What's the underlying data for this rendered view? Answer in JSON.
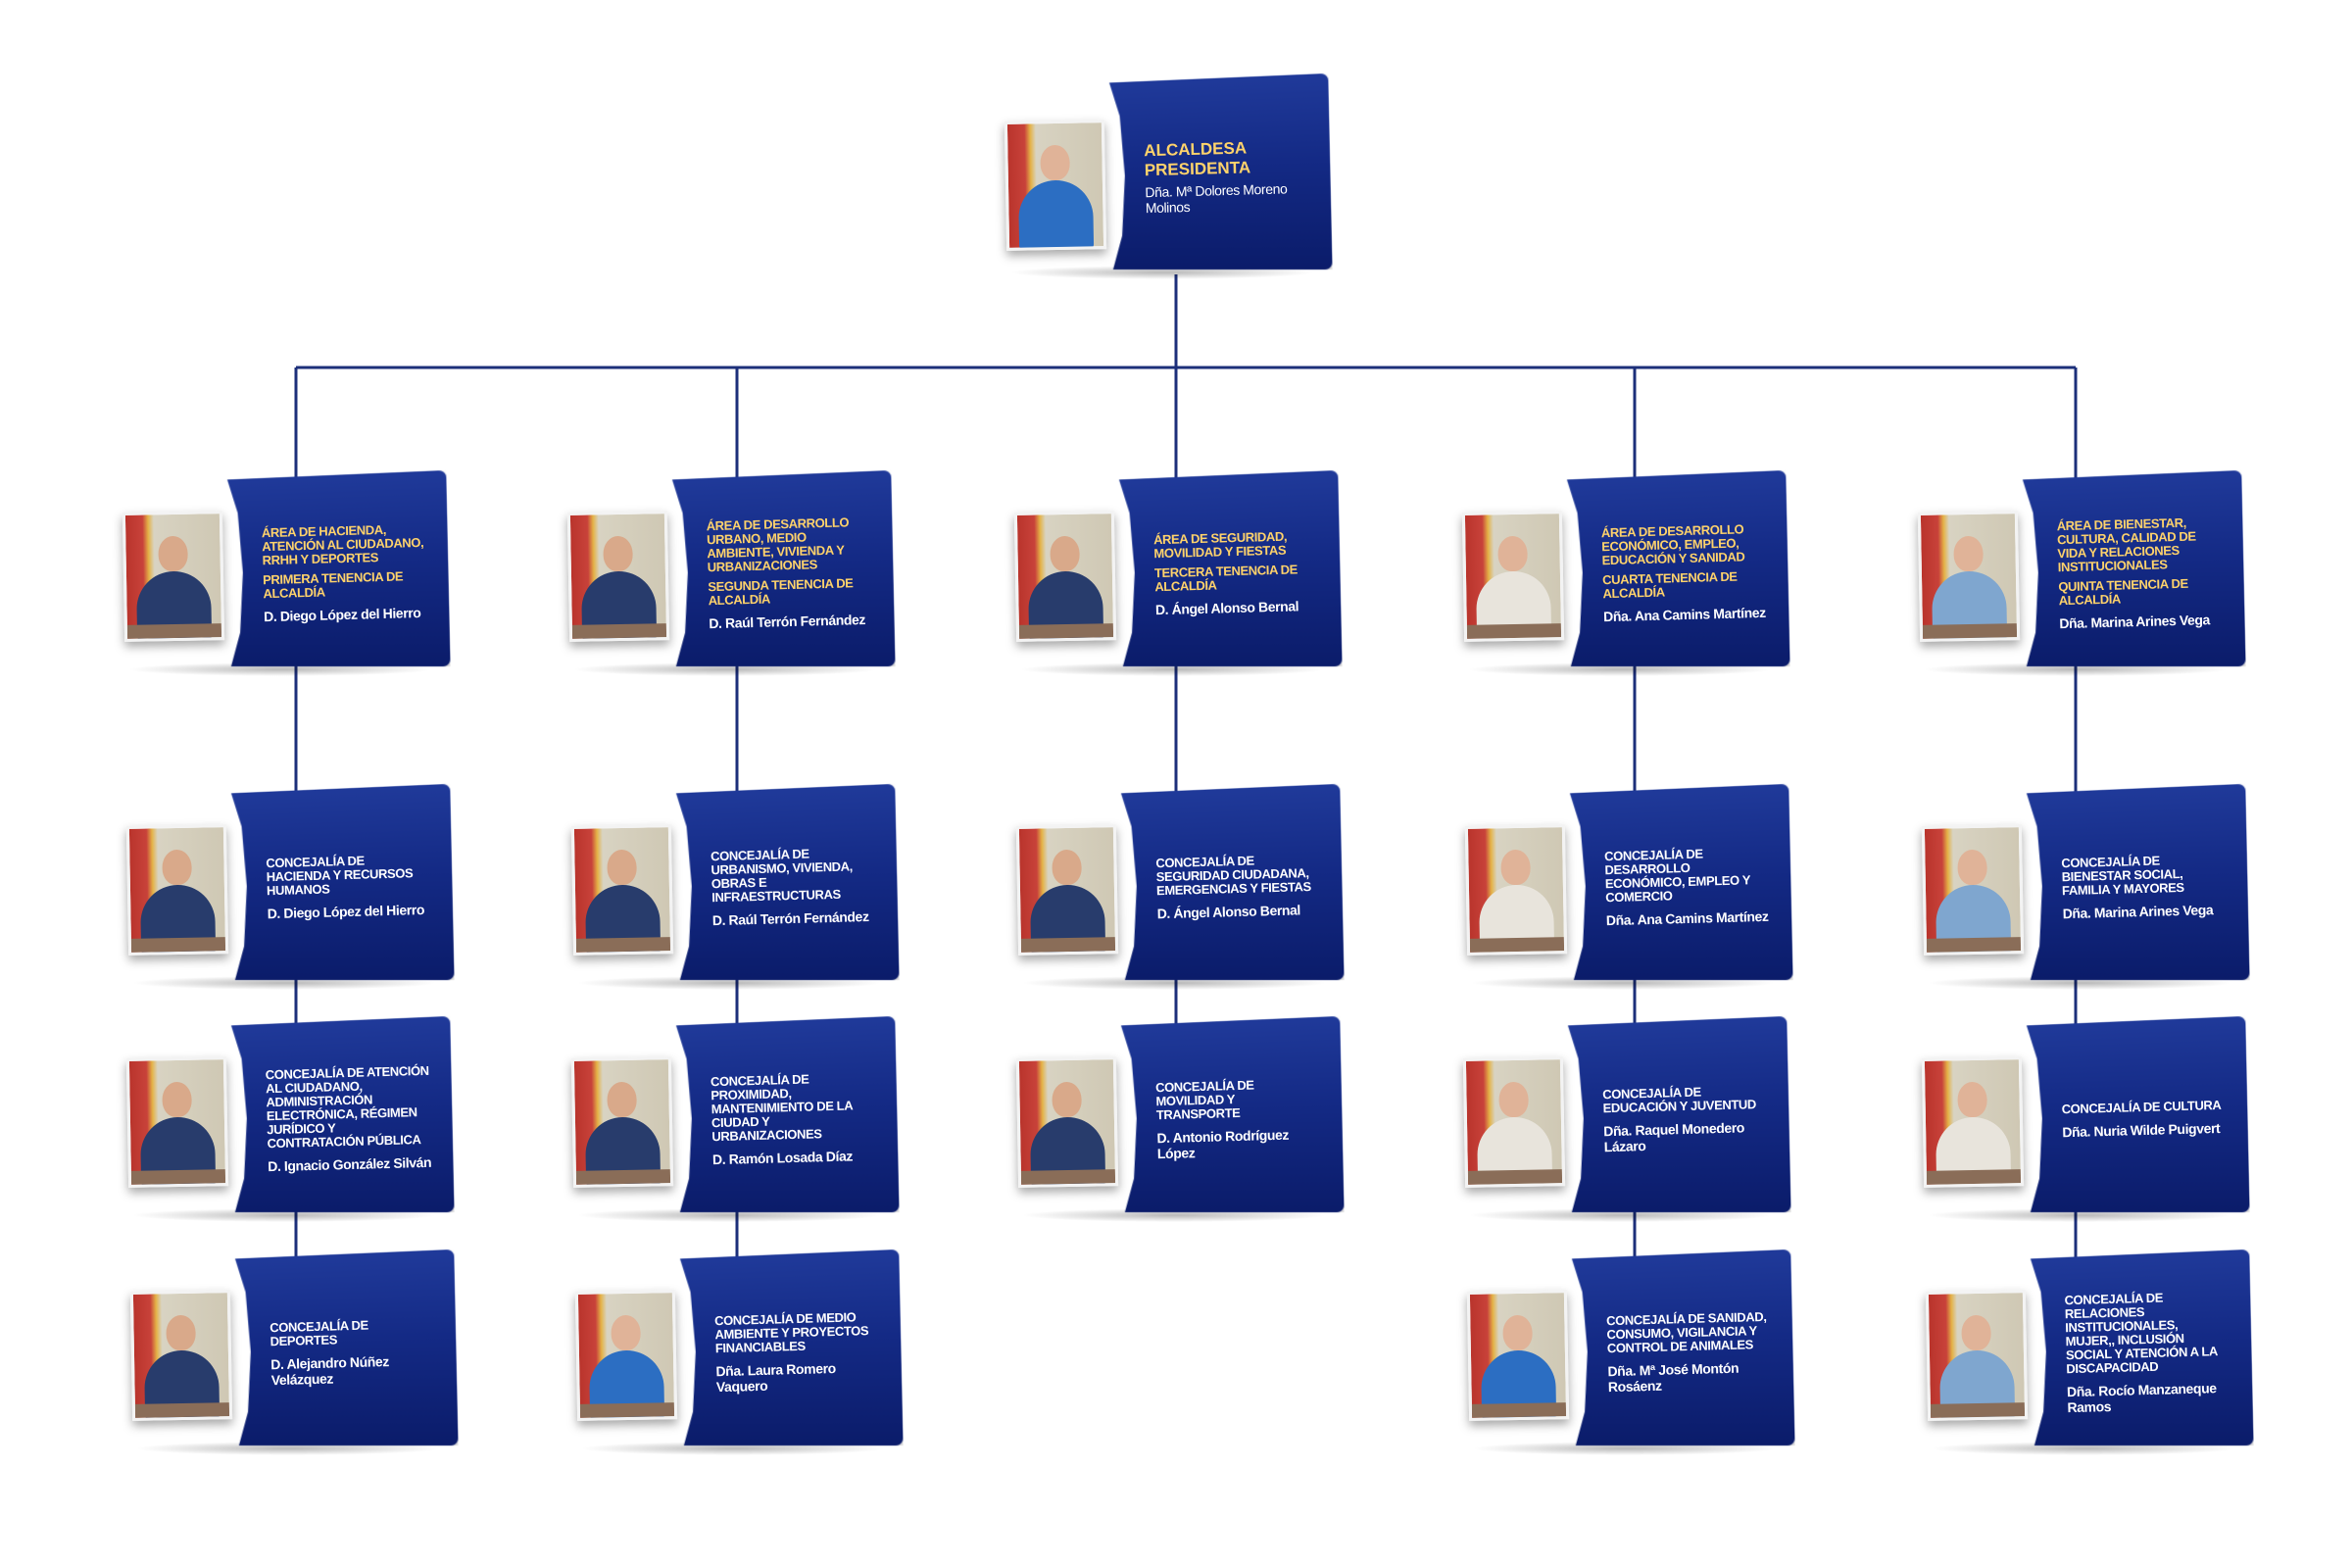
{
  "colors": {
    "card_dark": "#0b1c6a",
    "card_light": "#203a9a",
    "title_gold": "#ffd36b",
    "connector": "#1c2f7a"
  },
  "top": {
    "title": "ALCALDESA PRESIDENTA",
    "person": "Dña. Mª Dolores Moreno Molinos"
  },
  "areas": [
    {
      "title": "ÁREA DE HACIENDA, ATENCIÓN AL CIUDADANO, RRHH Y DEPORTES",
      "tenencia": "PRIMERA TENENCIA DE ALCALDÍA",
      "person": "D. Diego López del Hierro"
    },
    {
      "title": "ÁREA DE DESARROLLO URBANO, MEDIO AMBIENTE, VIVIENDA Y URBANIZACIONES",
      "tenencia": "SEGUNDA TENENCIA DE ALCALDÍA",
      "person": "D. Raúl Terrón Fernández"
    },
    {
      "title": "ÁREA DE  SEGURIDAD, MOVILIDAD Y FIESTAS",
      "tenencia": "TERCERA TENENCIA DE ALCALDÍA",
      "person": "D. Ángel Alonso Bernal"
    },
    {
      "title": "ÁREA DE DESARROLLO ECONÓMICO, EMPLEO, EDUCACIÓN Y SANIDAD",
      "tenencia": "CUARTA TENENCIA DE ALCALDÍA",
      "person": "Dña. Ana Camins Martínez"
    },
    {
      "title": "ÁREA DE BIENESTAR, CULTURA, CALIDAD DE VIDA Y RELACIONES INSTITUCIONALES",
      "tenencia": "QUINTA TENENCIA DE ALCALDÍA",
      "person": "Dña. Marina Arines Vega"
    }
  ],
  "concejalias": [
    [
      {
        "title": "CONCEJALÍA DE HACIENDA Y RECURSOS HUMANOS",
        "person": "D. Diego López del Hierro"
      },
      {
        "title": "CONCEJALÍA DE ATENCIÓN AL CIUDADANO, ADMINISTRACIÓN ELECTRÓNICA, RÉGIMEN JURÍDICO Y CONTRATACIÓN PÚBLICA",
        "person": "D. Ignacio González Silván"
      },
      {
        "title": "CONCEJALÍA DE DEPORTES",
        "person": "D. Alejandro Núñez Velázquez"
      }
    ],
    [
      {
        "title": "CONCEJALÍA DE URBANISMO, VIVIENDA, OBRAS E INFRAESTRUCTURAS",
        "person": "D. Raúl Terrón Fernández"
      },
      {
        "title": "CONCEJALÍA DE PROXIMIDAD, MANTENIMIENTO DE LA CIUDAD Y URBANIZACIONES",
        "person": "D. Ramón Losada Díaz"
      },
      {
        "title": "CONCEJALÍA DE MEDIO AMBIENTE Y PROYECTOS FINANCIABLES",
        "person": "Dña. Laura Romero Vaquero"
      }
    ],
    [
      {
        "title": "CONCEJALÍA DE SEGURIDAD CIUDADANA, EMERGENCIAS Y FIESTAS",
        "person": "D. Ángel Alonso Bernal"
      },
      {
        "title": "CONCEJALÍA DE MOVILIDAD Y TRANSPORTE",
        "person": "D. Antonio Rodríguez López"
      }
    ],
    [
      {
        "title": "CONCEJALÍA DE DESARROLLO ECONÓMICO, EMPLEO Y COMERCIO",
        "person": "Dña. Ana Camins Martínez"
      },
      {
        "title": "CONCEJALÍA DE EDUCACIÓN Y JUVENTUD",
        "person": "Dña. Raquel Monedero Lázaro"
      },
      {
        "title": "CONCEJALÍA DE SANIDAD, CONSUMO, VIGILANCIA Y CONTROL DE ANIMALES",
        "person": "Dña. Mª José Montón Rosáenz"
      }
    ],
    [
      {
        "title": "CONCEJALÍA DE BIENESTAR SOCIAL, FAMILIA Y MAYORES",
        "person": "Dña. Marina Arines Vega"
      },
      {
        "title": "CONCEJALÍA DE CULTURA",
        "person": "Dña. Nuria Wilde Puigvert"
      },
      {
        "title": "CONCEJALÍA DE  RELACIONES INSTITUCIONALES, MUJER,, INCLUSIÓN SOCIAL Y ATENCIÓN A LA DISCAPACIDAD",
        "person": "Dña. Rocío Manzaneque Ramos"
      }
    ]
  ]
}
